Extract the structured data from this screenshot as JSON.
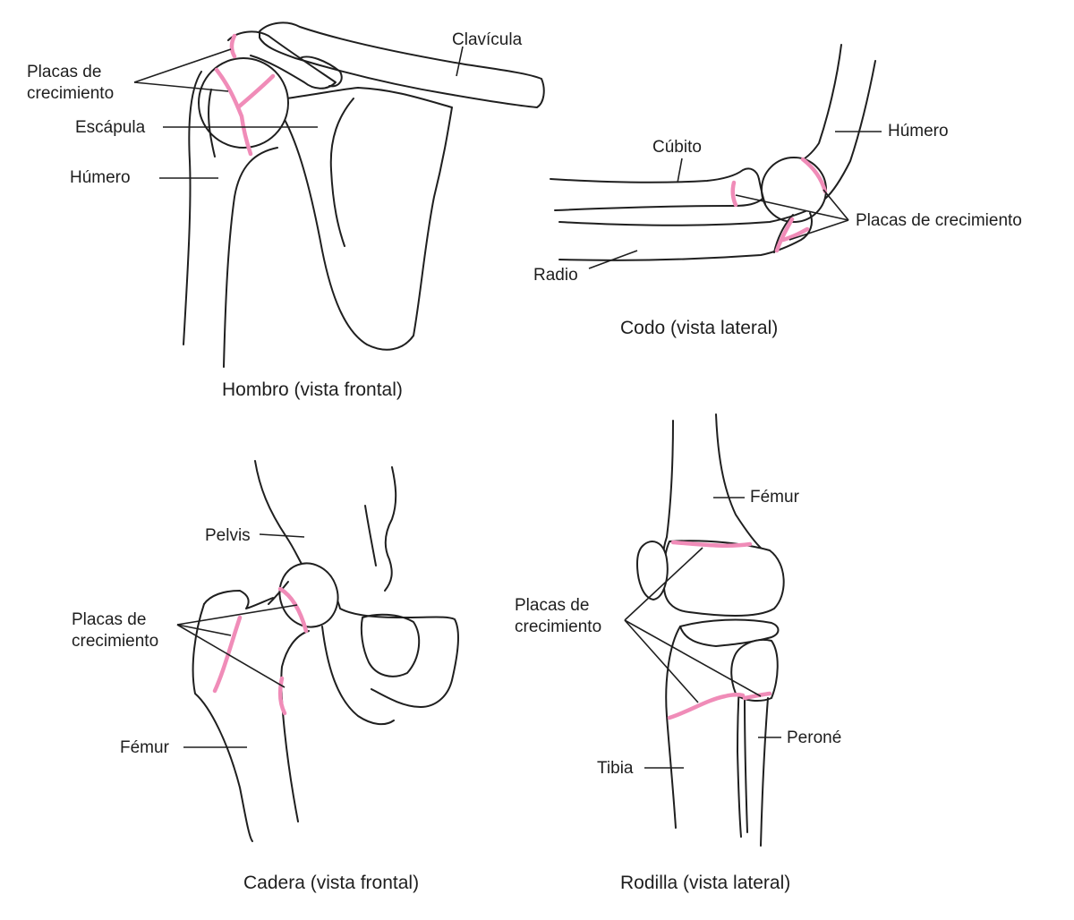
{
  "colors": {
    "growth_plate": "#f08cb8",
    "outline": "#1f1f1f",
    "background": "#ffffff"
  },
  "shoulder": {
    "caption": "Hombro (vista frontal)",
    "labels": {
      "clavicle": "Clavícula",
      "plates_line1": "Placas de",
      "plates_line2": "crecimiento",
      "scapula": "Escápula",
      "humerus": "Húmero"
    }
  },
  "elbow": {
    "caption": "Codo (vista lateral)",
    "labels": {
      "humerus": "Húmero",
      "ulna": "Cúbito",
      "plates": "Placas de crecimiento",
      "radius": "Radio"
    }
  },
  "hip": {
    "caption": "Cadera (vista frontal)",
    "labels": {
      "pelvis": "Pelvis",
      "plates_line1": "Placas de",
      "plates_line2": "crecimiento",
      "femur": "Fémur"
    }
  },
  "knee": {
    "caption": "Rodilla (vista lateral)",
    "labels": {
      "femur": "Fémur",
      "plates_line1": "Placas de",
      "plates_line2": "crecimiento",
      "tibia": "Tibia",
      "fibula": "Peroné"
    }
  }
}
